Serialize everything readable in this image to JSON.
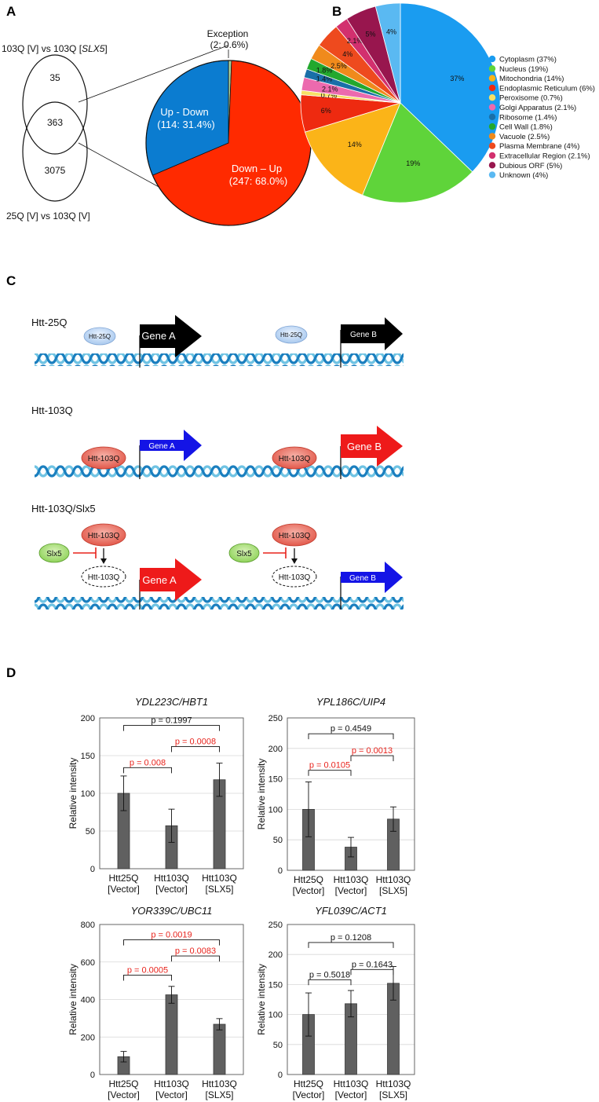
{
  "panels": {
    "a": "A",
    "b": "B",
    "c": "C",
    "d": "D"
  },
  "panel_a": {
    "venn_top_label_prefix": "103Q [V] vs 103Q [",
    "venn_top_label_gene": "SLX5",
    "venn_top_label_suffix": "]",
    "venn_bottom_label": "25Q [V] vs 103Q [V]",
    "count_top_only": "35",
    "count_overlap": "363",
    "count_bottom_only": "3075",
    "exception_label": "Exception",
    "exception_value": "(2: 0.6%)",
    "up_down_label": "Up - Down",
    "up_down_value": "(114: 31.4%)",
    "down_up_label": "Down – Up",
    "down_up_value": "(247: 68.0%)"
  },
  "panel_c": {
    "row1_title": "Htt-25Q",
    "row2_title": "Htt-103Q",
    "row3_title": "Htt-103Q/Slx5",
    "htt25q": "Htt-25Q",
    "htt103q": "Htt-103Q",
    "slx5": "Slx5",
    "gene_a": "Gene A",
    "gene_b": "Gene B"
  },
  "chart_data": [
    {
      "type": "pie",
      "title": "",
      "categories": [
        "Cytoplasm (37%)",
        "Nucleus (19%)",
        "Mitochondria (14%)",
        "Endoplasmic Reticulum (6%)",
        "Peroxisome (0.7%)",
        "Golgi Apparatus (2.1%)",
        "Ribosome (1.4%)",
        "Cell Wall (1.8%)",
        "Vacuole (2.5%)",
        "Plasma Membrane (4%)",
        "Extracellular Region (2.1%)",
        "Dubious ORF (5%)",
        "Unknown (4%)"
      ],
      "values": [
        37,
        19,
        14,
        6,
        0.7,
        2.1,
        1.4,
        1.8,
        2.5,
        4,
        2.1,
        5,
        4
      ],
      "data_labels": [
        "37%",
        "19%",
        "14%",
        "6%",
        "0.7%",
        "2.1%",
        "1.4%",
        "1.8%",
        "2.5%",
        "4%",
        "2.1%",
        "5%",
        "4%"
      ],
      "colors": [
        "#1a9cf0",
        "#5fd43a",
        "#fbb418",
        "#ee2a10",
        "#f7e066",
        "#ec6aae",
        "#1a6fa8",
        "#23a82e",
        "#f08a1c",
        "#ee4a1e",
        "#d2306e",
        "#98164e",
        "#5ab9f2"
      ],
      "legend_position": "right"
    },
    {
      "type": "bar",
      "title": "YDL223C/HBT1",
      "categories": [
        "Htt25Q\n[Vector]",
        "Htt103Q\n[Vector]",
        "Htt103Q\n[SLX5]"
      ],
      "values": [
        100,
        57,
        118
      ],
      "errors": [
        23,
        22,
        22
      ],
      "ylabel": "Relative intensity",
      "ylim": [
        0,
        200
      ],
      "yticks": [
        0,
        50,
        100,
        150,
        200
      ],
      "brackets": [
        {
          "from": 0,
          "to": 2,
          "label": "p = 0.1997",
          "color": "#111111",
          "y": 190
        },
        {
          "from": 1,
          "to": 2,
          "label": "p = 0.0008",
          "color": "#e8231c",
          "y": 162
        },
        {
          "from": 0,
          "to": 1,
          "label": "p = 0.008",
          "color": "#e8231c",
          "y": 134
        }
      ]
    },
    {
      "type": "bar",
      "title": "YPL186C/UIP4",
      "categories": [
        "Htt25Q\n[Vector]",
        "Htt103Q\n[Vector]",
        "Htt103Q\n[SLX5]"
      ],
      "values": [
        100,
        38,
        84
      ],
      "errors": [
        45,
        16,
        20
      ],
      "ylabel": "Relative intensity",
      "ylim": [
        0,
        250
      ],
      "yticks": [
        0,
        50,
        100,
        150,
        200,
        250
      ],
      "brackets": [
        {
          "from": 0,
          "to": 2,
          "label": "p = 0.4549",
          "color": "#111111",
          "y": 224
        },
        {
          "from": 1,
          "to": 2,
          "label": "p = 0.0013",
          "color": "#e8231c",
          "y": 188
        },
        {
          "from": 0,
          "to": 1,
          "label": "p = 0.0105",
          "color": "#e8231c",
          "y": 164
        }
      ]
    },
    {
      "type": "bar",
      "title": "YOR339C/UBC11",
      "categories": [
        "Htt25Q\n[Vector]",
        "Htt103Q\n[Vector]",
        "Htt103Q\n[SLX5]"
      ],
      "values": [
        95,
        425,
        268
      ],
      "errors": [
        28,
        45,
        30
      ],
      "ylabel": "Relative intensity",
      "ylim": [
        0,
        800
      ],
      "yticks": [
        0,
        200,
        400,
        600,
        800
      ],
      "brackets": [
        {
          "from": 0,
          "to": 2,
          "label": "p = 0.0019",
          "color": "#e8231c",
          "y": 718
        },
        {
          "from": 1,
          "to": 2,
          "label": "p = 0.0083",
          "color": "#e8231c",
          "y": 632
        },
        {
          "from": 0,
          "to": 1,
          "label": "p = 0.0005",
          "color": "#e8231c",
          "y": 530
        }
      ]
    },
    {
      "type": "bar",
      "title": "YFL039C/ACT1",
      "categories": [
        "Htt25Q\n[Vector]",
        "Htt103Q\n[Vector]",
        "Htt103Q\n[SLX5]"
      ],
      "values": [
        100,
        118,
        152
      ],
      "errors": [
        36,
        22,
        28
      ],
      "ylabel": "Relative intensity",
      "ylim": [
        0,
        250
      ],
      "yticks": [
        0,
        50,
        100,
        150,
        200,
        250
      ],
      "brackets": [
        {
          "from": 0,
          "to": 2,
          "label": "p = 0.1208",
          "color": "#111111",
          "y": 220
        },
        {
          "from": 1,
          "to": 2,
          "label": "p = 0.1643",
          "color": "#111111",
          "y": 175
        },
        {
          "from": 0,
          "to": 1,
          "label": "p = 0.5018",
          "color": "#111111",
          "y": 158
        }
      ]
    }
  ]
}
